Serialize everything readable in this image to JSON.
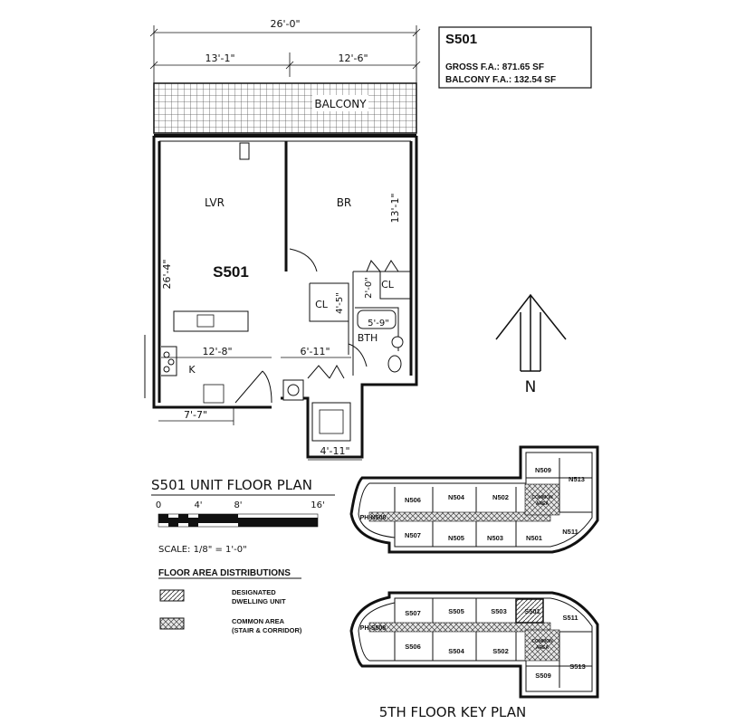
{
  "unit_info": {
    "unit_id": "S501",
    "gross_fa": "GROSS F.A.: 871.65 SF",
    "balcony_fa": "BALCONY F.A.: 132.54 SF"
  },
  "dimensions": {
    "overall_width": "26'-0\"",
    "left_width": "13'-1\"",
    "right_width": "12'-6\"",
    "depth": "26'-4\"",
    "br_depth": "13'-1\"",
    "kitchen_width": "12'-8\"",
    "hall_width": "6'-11\"",
    "closet_depth": "4'-5\"",
    "cl2_depth": "2'-0\"",
    "bath_width": "5'-9\"",
    "entry_width": "7'-7\"",
    "lobby_width": "4'-11\""
  },
  "rooms": {
    "balcony": "BALCONY",
    "living": "LVR",
    "bedroom": "BR",
    "unit_label": "S501",
    "closet1": "CL",
    "closet2": "CL",
    "bath": "BTH",
    "kitchen": "K"
  },
  "compass": {
    "label": "N"
  },
  "plan_title": "S501 UNIT FLOOR PLAN",
  "scale": {
    "ticks": [
      "0",
      "4'",
      "8'",
      "16'"
    ],
    "text": "SCALE: 1/8\" = 1'-0\""
  },
  "legend": {
    "title": "FLOOR AREA DISTRIBUTIONS",
    "designated": [
      "DESIGNATED",
      "DWELLING UNIT"
    ],
    "common": [
      "COMMON AREA",
      "(STAIR & CORRIDOR)"
    ]
  },
  "key_plan": {
    "title": "5TH FLOOR KEY PLAN",
    "north": {
      "units_top": [
        "N506",
        "N504",
        "N502"
      ],
      "units_bottom": [
        "N507",
        "N505",
        "N503",
        "N501"
      ],
      "units_right": [
        "N509",
        "N513",
        "N511"
      ],
      "common": [
        "COMMON",
        "AREA"
      ],
      "end": "PH-N508"
    },
    "south": {
      "units_top": [
        "S507",
        "S505",
        "S503",
        "S501"
      ],
      "units_bottom": [
        "S506",
        "S504",
        "S502"
      ],
      "units_right": [
        "S511",
        "S509",
        "S513"
      ],
      "common": [
        "COMMON",
        "AREA"
      ],
      "end": "PH-S508"
    }
  }
}
